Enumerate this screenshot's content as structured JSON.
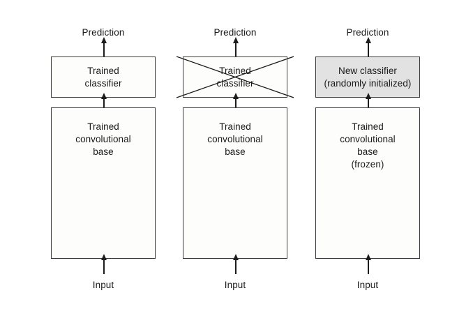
{
  "diagram": {
    "title": "Transfer learning: swapping the classifier on a pretrained convolutional base",
    "background_color": "#ffffff",
    "stroke_color": "#3a3a3a",
    "shaded_fill": "#e2e2e2",
    "plain_fill": "#fdfdfb",
    "columns": [
      {
        "id": "pretrained-network",
        "top_label": "Prediction",
        "bottom_label": "Input",
        "classifier": {
          "text": "Trained\nclassifier",
          "shaded": false,
          "crossed_out": false
        },
        "base": {
          "text": "Trained\nconvolutional\nbase"
        }
      },
      {
        "id": "classifier-discarded",
        "top_label": "Prediction",
        "bottom_label": "Input",
        "classifier": {
          "text": "Trained\nclassifier",
          "shaded": false,
          "crossed_out": true
        },
        "base": {
          "text": "Trained\nconvolutional\nbase"
        }
      },
      {
        "id": "new-classifier",
        "top_label": "Prediction",
        "bottom_label": "Input",
        "classifier": {
          "text": "New classifier\n(randomly initialized)",
          "shaded": true,
          "crossed_out": false
        },
        "base": {
          "text": "Trained\nconvolutional\nbase\n(frozen)"
        }
      }
    ]
  }
}
